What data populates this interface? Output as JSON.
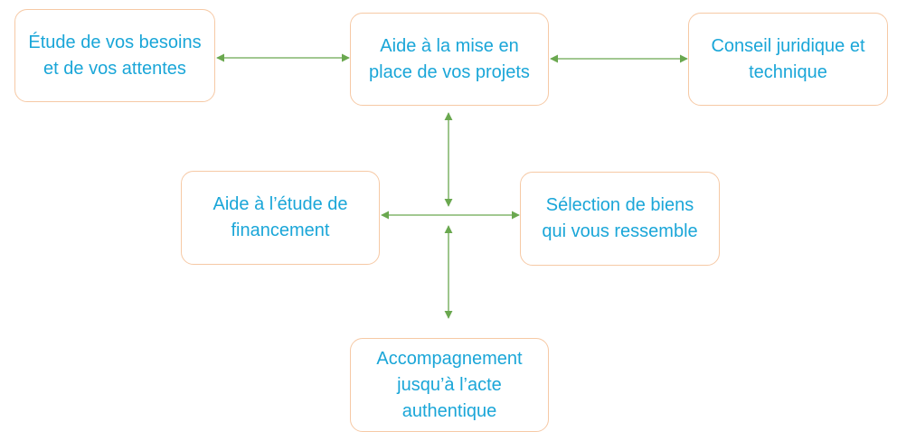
{
  "diagram": {
    "colors": {
      "node_border": "#f6c9a5",
      "node_text": "#1aa6d8",
      "connector": "#6aa84f"
    },
    "nodes": {
      "besoins": {
        "label": "Étude de vos besoins\net de vos attentes"
      },
      "projets": {
        "label": "Aide à la mise en\nplace de vos projets"
      },
      "conseil": {
        "label": "Conseil juridique et\ntechnique"
      },
      "financement": {
        "label": "Aide à l’étude de\nfinancement"
      },
      "biens": {
        "label": "Sélection de biens\nqui vous ressemble"
      },
      "acte": {
        "label": "Accompagnement\njusqu’à l’acte\nauthentique"
      }
    },
    "connections": [
      {
        "from": "besoins",
        "to": "projets",
        "direction": "both"
      },
      {
        "from": "projets",
        "to": "conseil",
        "direction": "both"
      },
      {
        "from": "projets",
        "to": "center",
        "direction": "both"
      },
      {
        "from": "financement",
        "to": "biens",
        "direction": "both"
      },
      {
        "from": "center",
        "to": "acte",
        "direction": "both"
      }
    ]
  }
}
